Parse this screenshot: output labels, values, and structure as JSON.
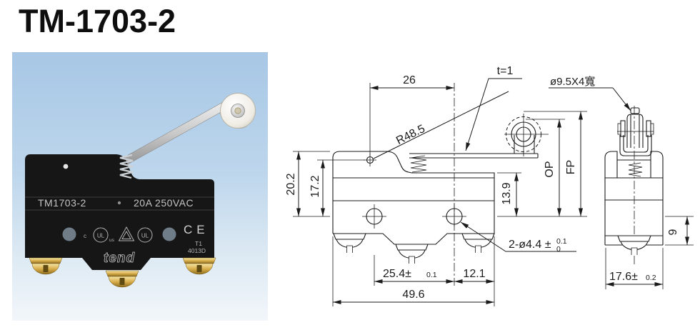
{
  "page": {
    "title": "TM-1703-2"
  },
  "photo": {
    "model_label": "TM1703-2",
    "rating_label": "20A 250VAC",
    "ce_mark": "CE",
    "ul_file_line1": "T1",
    "ul_file_line2": "4013D",
    "brand_logo": "tend",
    "cert_marks": {
      "c": "c",
      "ul": "UL",
      "us": "us"
    },
    "cert_icons": [
      "cul-us-mark-icon",
      "safety-triangle-mark-icon",
      "ul-recognized-mark-icon"
    ],
    "colors": {
      "background_top": "#a7c7e5",
      "background_bottom": "#f2f6fa",
      "switch_body": "#161616",
      "terminal_brass": "#d8ae4a",
      "label_text": "#c4c4c4"
    }
  },
  "drawing": {
    "line_color": "#1b1b1b",
    "dimensions": {
      "lever_length": "26",
      "lever_thickness": "t=1",
      "roller_size": "ø9.5X4寬",
      "lever_radius": "R48.5",
      "body_height_total": "20.2",
      "pivot_height": "17.2",
      "step_height": "13.9",
      "op_label": "OP",
      "fp_label": "FP",
      "mount_holes": "2-ø4.4 ±",
      "mount_holes_tol_upper": "0.1",
      "mount_holes_tol_lower": "0",
      "hole_pitch": "25.4±",
      "hole_pitch_tol": "0.1",
      "hole_to_edge": "12.1",
      "body_width": "49.6",
      "body_depth": "17.6±",
      "body_depth_tol": "0.2",
      "terminal_height": "9"
    }
  }
}
